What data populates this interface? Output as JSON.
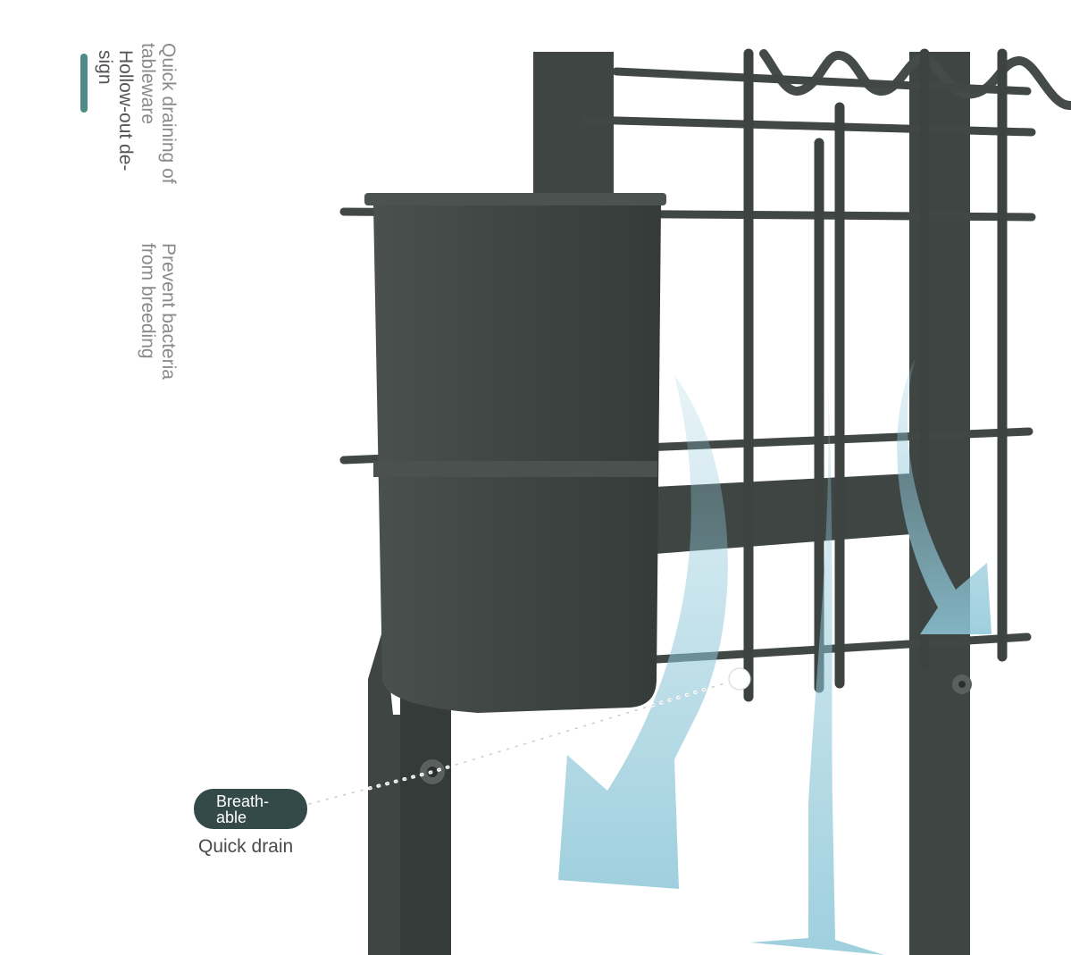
{
  "features": {
    "line1a": "Quick draining of tableware",
    "line1b": "Hollow-out de-sign",
    "line2": "Prevent bacteria from breeding"
  },
  "callout": {
    "badge": "Breath-\nable",
    "caption": "Quick drain"
  },
  "colors": {
    "accent": "#4e8a86",
    "badge_bg": "#344a48",
    "frame": "#3e4542",
    "airflow": "#8ec7d8"
  },
  "illustration": {
    "subject": "dark gray wall-mounted dish drying rack with cup holder and airflow arrows"
  }
}
